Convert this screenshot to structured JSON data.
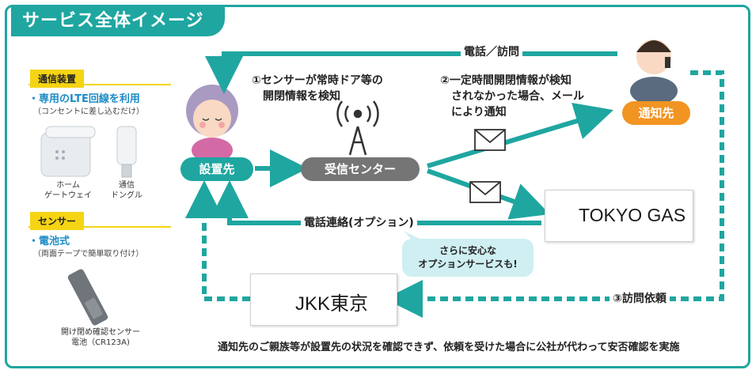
{
  "header": {
    "title": "サービス全体イメージ"
  },
  "left_panel": {
    "device_tag": "通信装置",
    "device_subtitle": "・専用のLTE回線を利用",
    "device_note": "（コンセントに差し込むだけ）",
    "gateway_caption": [
      "ホーム",
      "ゲートウェイ"
    ],
    "dongle_caption": [
      "通信",
      "ドングル"
    ],
    "sensor_tag": "センサー",
    "sensor_subtitle": "・電池式",
    "sensor_note": "（両面テープで簡単取り付け）",
    "sensor_caption": [
      "開け閉め確認センサー",
      "電池（CR123A)"
    ]
  },
  "nodes": {
    "install_site": "設置先",
    "receiving_center": "受信センター",
    "notify_target": "通知先",
    "tokyo_gas": "TOKYO GAS",
    "jkk_jp": "東京",
    "jkk_en": "JKK"
  },
  "labels": {
    "phone_visit": "電話／訪問",
    "step1": [
      "①センサーが常時ドア等の",
      "開閉情報を検知"
    ],
    "step2": [
      "②一定時間開閉情報が検知",
      "されなかった場合、メール",
      "により通知"
    ],
    "phone_option": "電話連絡(オプション)",
    "visit_request": "③訪問依頼",
    "option_bubble": [
      "さらに安心な",
      "オプションサービスも!"
    ]
  },
  "footer": "通知先のご親族等が設置先の状況を確認できず、依頼を受けた場合に公社が代わって安否確認を実施",
  "colors": {
    "teal": "#1fa6a0",
    "orange": "#f29422",
    "yellow": "#f5d414",
    "blue": "#1d8cc7",
    "tokyo_gas_blue": "#0a3d91",
    "tokyo_gas_red": "#d6262c"
  }
}
